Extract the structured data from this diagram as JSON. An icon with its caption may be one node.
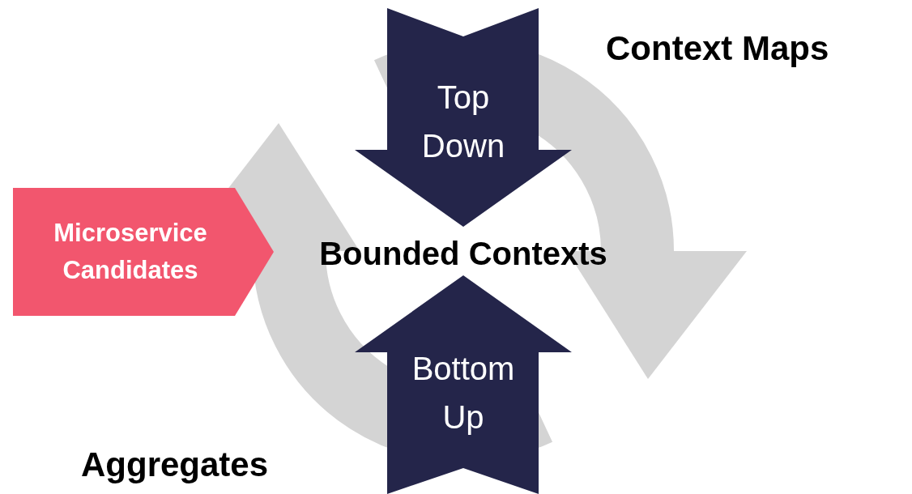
{
  "diagram": {
    "nodes": [
      {
        "text": [
          "Top Down"
        ]
      },
      {
        "text": [
          "Bounded Contexts"
        ]
      },
      {
        "text": [
          "Bottom Up"
        ]
      },
      {
        "text": [
          "Microservice Candidates"
        ]
      }
    ],
    "labels": [
      "Context Maps",
      "Aggregates"
    ]
  }
}
